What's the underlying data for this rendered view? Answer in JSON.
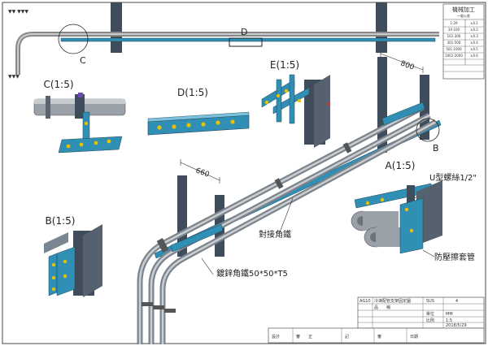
{
  "title_block_tr": {
    "heading": "機械加工",
    "subheading": "一般公差",
    "rows": [
      [
        "1-29",
        "±0.1"
      ],
      [
        "30-100",
        "±0.2"
      ],
      [
        "101-300",
        "±0.3"
      ],
      [
        "301-500",
        "±0.4"
      ],
      [
        "501-1000",
        "±0.5"
      ],
      [
        "1001-2000",
        "±0.6"
      ]
    ]
  },
  "views": {
    "c_title": "C(1:5)",
    "d_title": "D(1:5)",
    "e_title": "E(1:5)",
    "a_title": "A(1:5)",
    "b_title": "B(1:5)"
  },
  "callouts": {
    "c": "C",
    "d": "D",
    "b": "B",
    "dim_800": "800",
    "dim_660": "660",
    "angle_support": "對接角鐵",
    "galv_angle": "鍍鋅角鐵50*50*T5",
    "u_bolt": "U型螺絲1/2\"",
    "sleeve": "防壓擦套管"
  },
  "title_block_br": {
    "code": "AG10",
    "drawing_name": "冷凍配管支架固定圖",
    "material": "SUS",
    "qty": "4",
    "name_label": "品　　稱",
    "unit_label": "單位",
    "unit": "MM",
    "date": "2018/5/29",
    "scale_label": "比例",
    "scale": "1:5",
    "sign_labels": [
      "設計",
      "審　　正",
      "記",
      "審",
      "日期"
    ]
  }
}
